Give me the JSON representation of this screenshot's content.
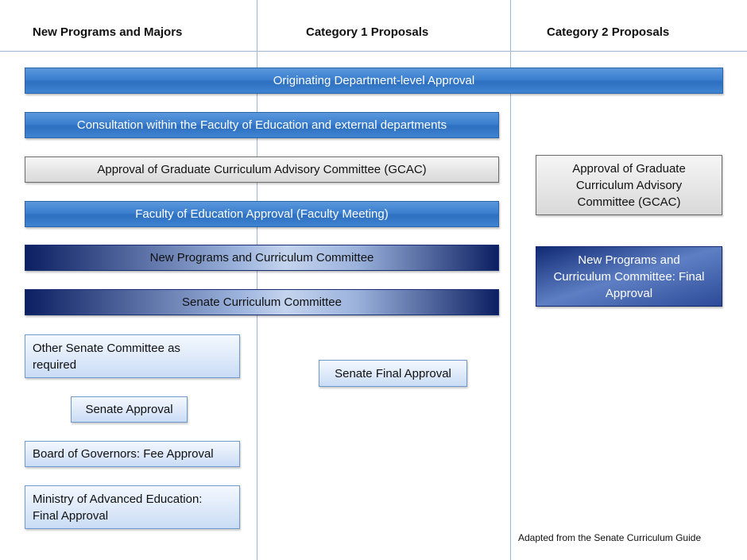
{
  "columns": {
    "new_programs": "New Programs and Majors",
    "category1": "Category 1 Proposals",
    "category2": "Category 2 Proposals"
  },
  "steps": {
    "originating": "Originating Department-level Approval",
    "consultation": "Consultation within the Faculty of Education and external departments",
    "gcac": "Approval of Graduate Curriculum Advisory Committee (GCAC)",
    "faculty_approval": "Faculty of Education Approval (Faculty Meeting)",
    "npcc": "New Programs and Curriculum Committee",
    "senate_curriculum": "Senate Curriculum Committee",
    "other_senate": "Other Senate Committee as required",
    "senate_approval": "Senate Approval",
    "board": "Board of Governors: Fee Approval",
    "ministry": "Ministry of Advanced Education: Final Approval",
    "senate_final": "Senate Final Approval",
    "cat2_gcac": "Approval of Graduate Curriculum Advisory Committee (GCAC)",
    "cat2_npcc": "New Programs and Curriculum Committee: Final Approval"
  },
  "credit": "Adapted from the Senate Curriculum Guide",
  "colors": {
    "blue": "#3b7fcf",
    "navy": "#0c1f62",
    "gray": "#e4e4e4",
    "light_blue": "#dde9f9",
    "divider": "#9fb6d3"
  }
}
